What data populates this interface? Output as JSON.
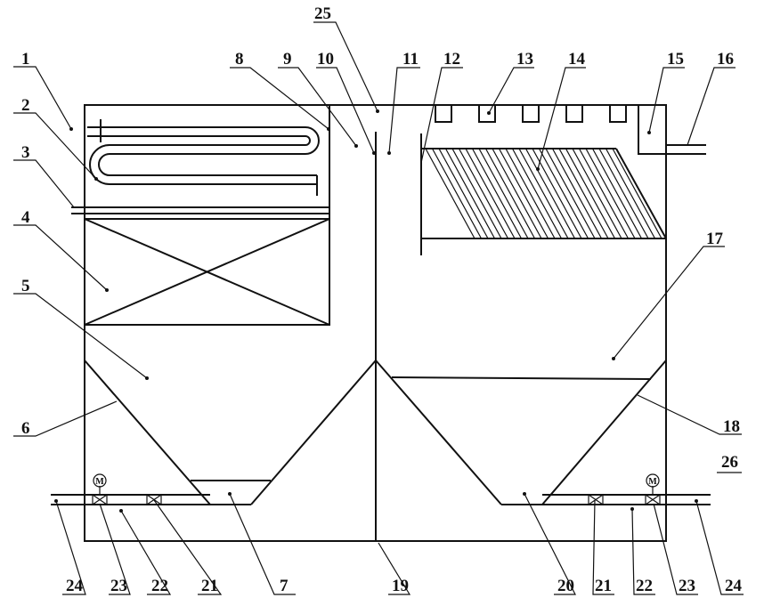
{
  "labels": {
    "l1": "1",
    "l2": "2",
    "l3": "3",
    "l4": "4",
    "l5": "5",
    "l6": "6",
    "l7": "7",
    "l8": "8",
    "l9": "9",
    "l10": "10",
    "l11": "11",
    "l12": "12",
    "l13": "13",
    "l14": "14",
    "l15": "15",
    "l16": "16",
    "l17": "17",
    "l18": "18",
    "l19": "19",
    "l20": "20",
    "l21a": "21",
    "l21b": "21",
    "l22a": "22",
    "l22b": "22",
    "l23a": "23",
    "l23b": "23",
    "l24a": "24",
    "l24b": "24",
    "l25": "25",
    "l26": "26"
  },
  "motor_symbol": "M"
}
